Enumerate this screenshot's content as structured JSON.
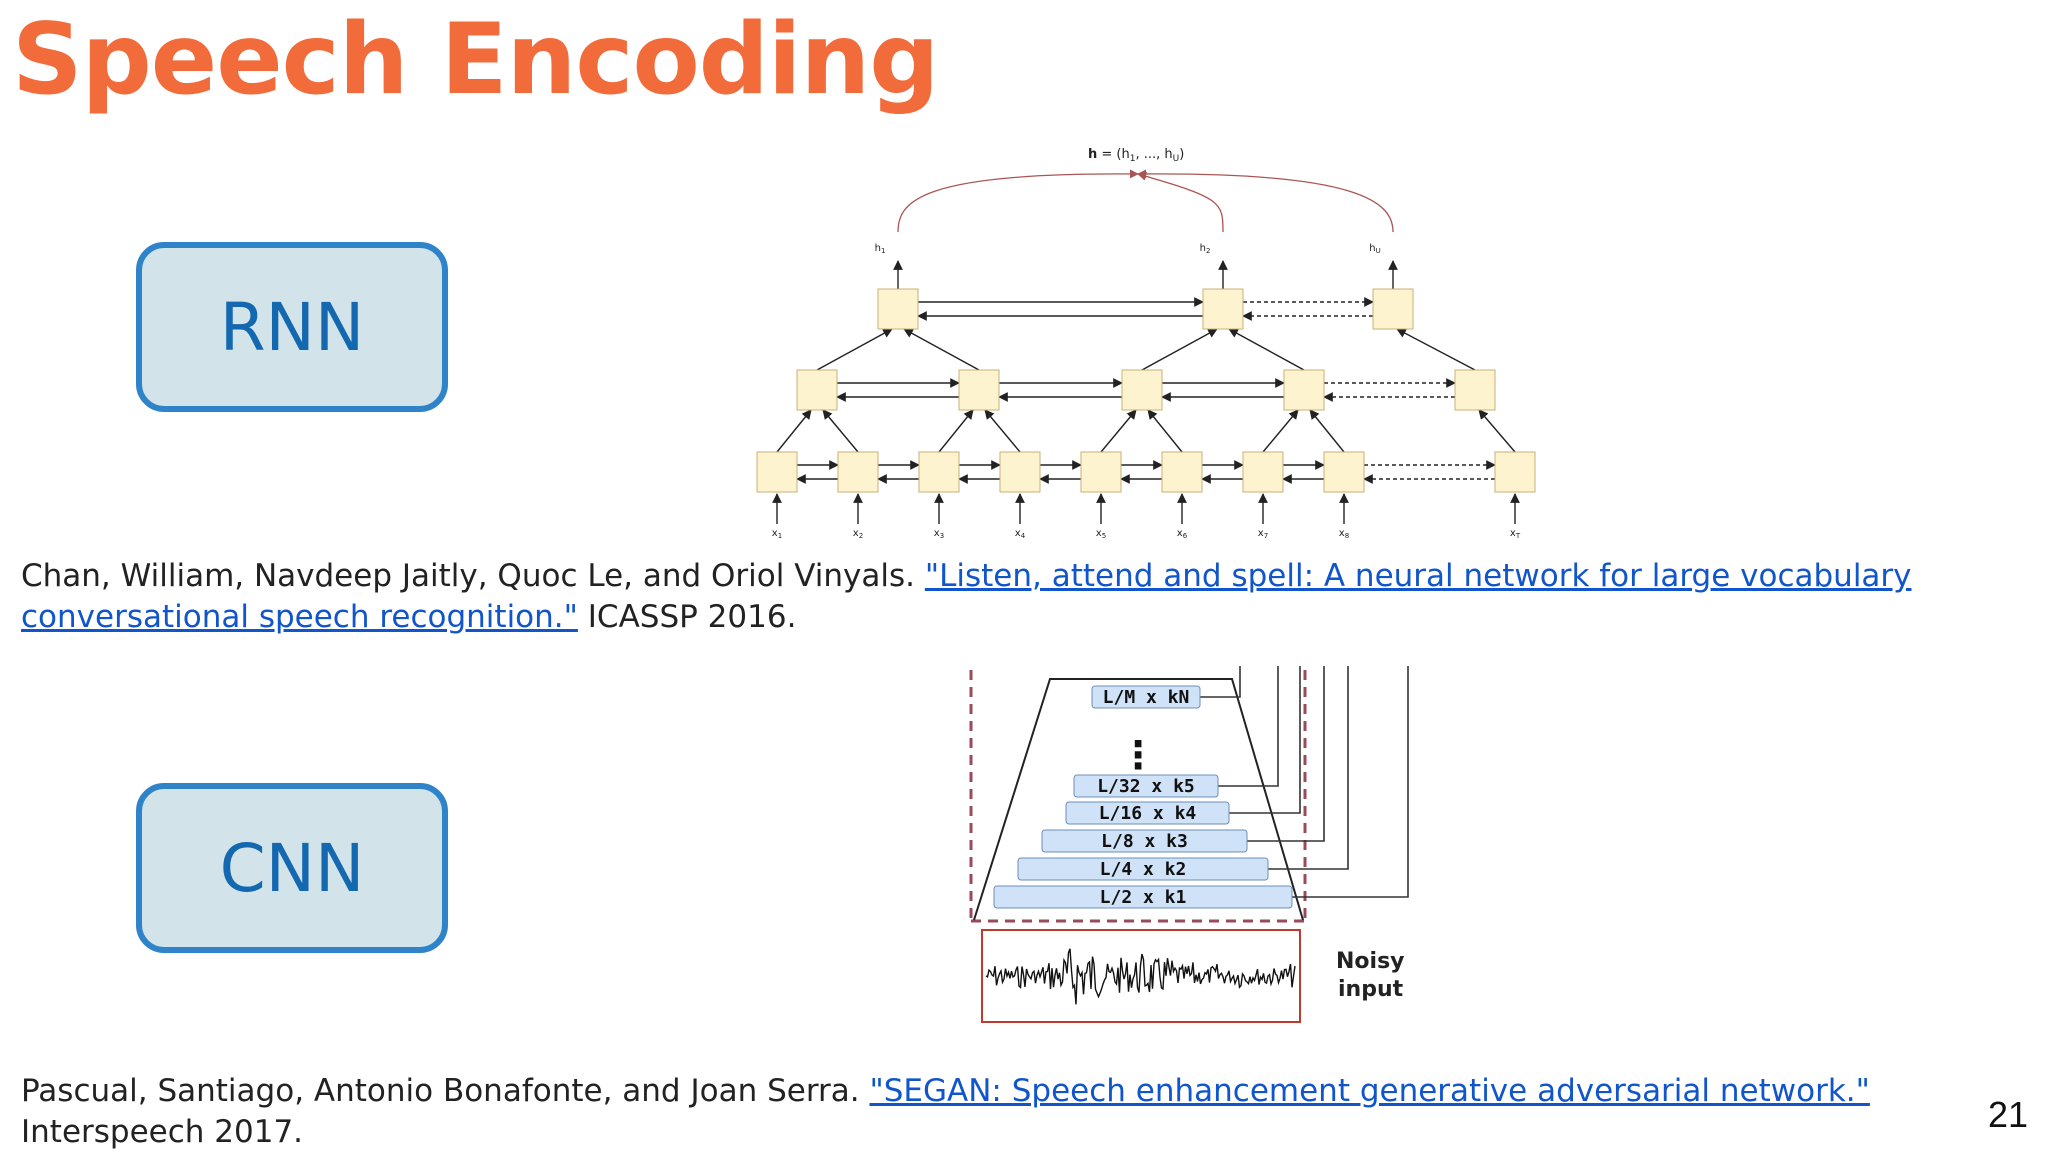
{
  "slide": {
    "title": "Speech Encoding",
    "page_number": "21"
  },
  "labels": {
    "rnn": "RNN",
    "cnn": "CNN"
  },
  "citations": {
    "las": {
      "authors": "Chan, William, Navdeep Jaitly, Quoc Le, and Oriol Vinyals. ",
      "link_text": "\"Listen, attend and spell: A neural network for large vocabulary conversational speech recognition.\"",
      "venue": " ICASSP 2016."
    },
    "segan": {
      "authors": "Pascual, Santiago, Antonio Bonafonte, and Joan Serra. ",
      "link_text": "\"SEGAN: Speech enhancement generative adversarial network.\"",
      "venue": " Interspeech 2017."
    }
  },
  "rnn_figure": {
    "h_main": "h",
    "h_rest": " = (h",
    "h_sub1": "1",
    "h_mid": ", ..., h",
    "h_subU": "U",
    "h_close": ")",
    "top_outputs": [
      "h1",
      "h2",
      "hU"
    ],
    "inputs": [
      "x1",
      "x2",
      "x3",
      "x4",
      "x5",
      "x6",
      "x7",
      "x8",
      "xT"
    ]
  },
  "cnn_figure": {
    "layers": [
      "L/2 x k1",
      "L/4 x k2",
      "L/8 x k3",
      "L/16 x k4",
      "L/32 x k5",
      "L/M x kN"
    ],
    "ellipsis": "⋮",
    "input_label_1": "Noisy",
    "input_label_2": "input"
  },
  "colors": {
    "title": "#f26b3a",
    "box_border": "#2f83c9",
    "box_fill": "#d2e4ea",
    "box_text": "#1368b0",
    "link": "#1155cc",
    "node_fill": "#fdf3cf",
    "layer_fill": "#cfe2f7"
  }
}
